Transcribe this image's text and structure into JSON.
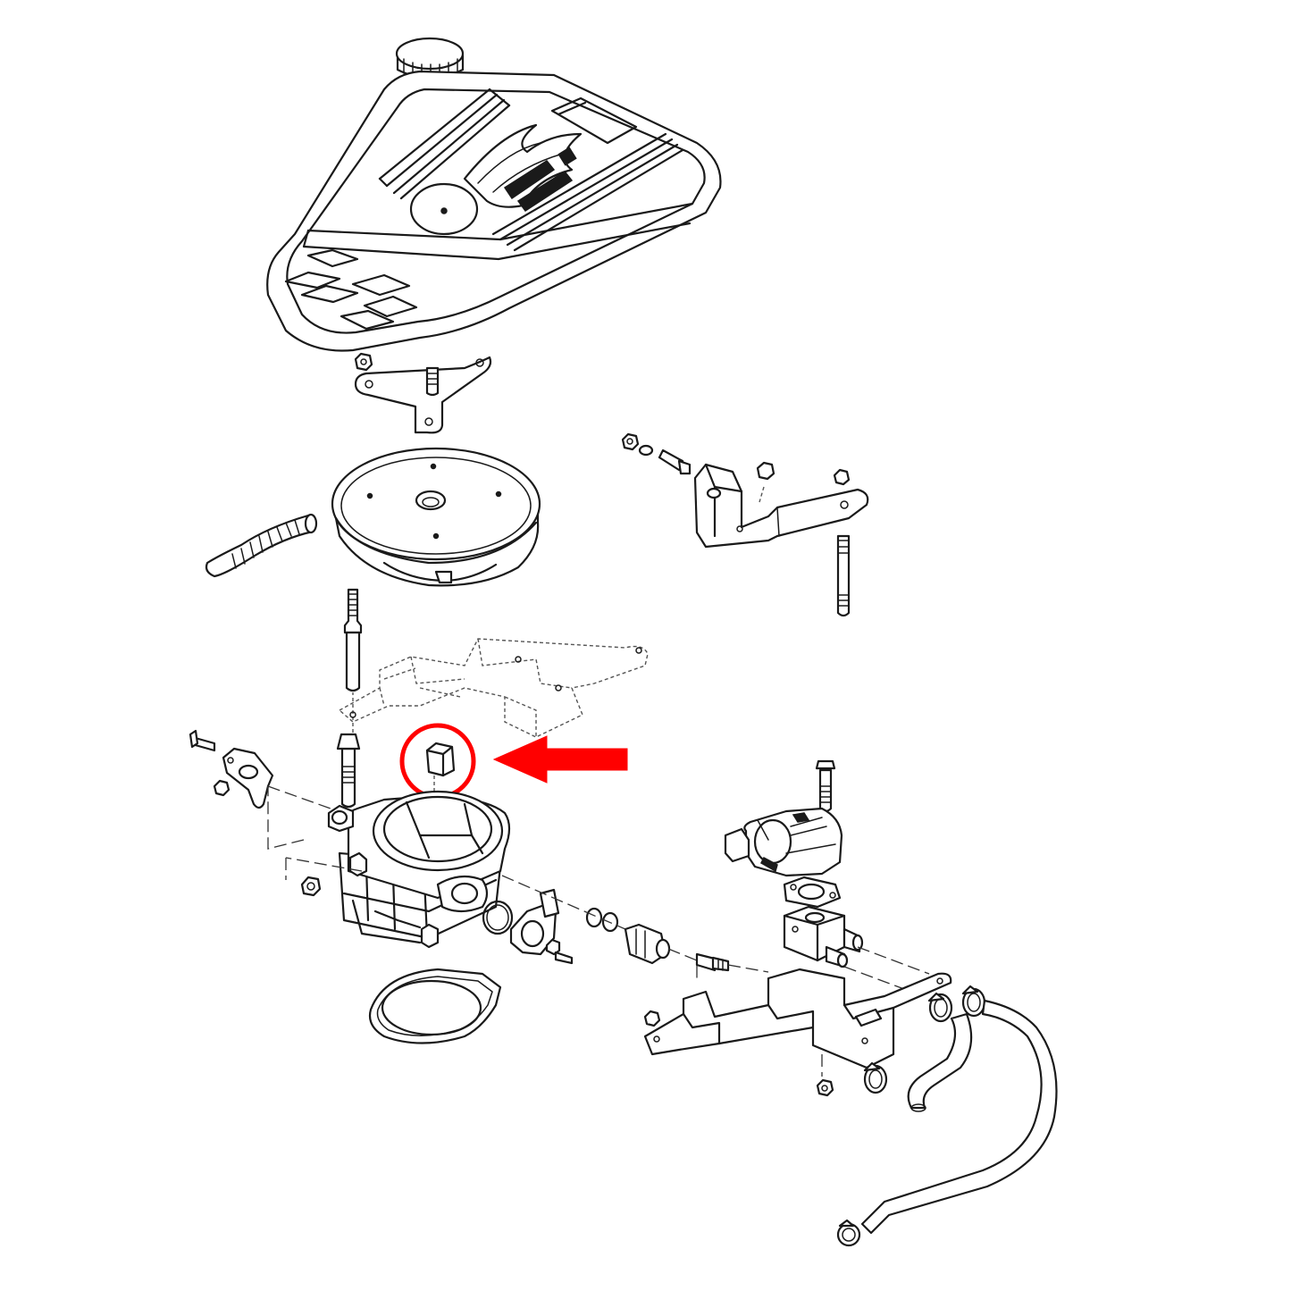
{
  "diagram": {
    "kind": "exploded-parts-view",
    "highlight_color": "#ff0000",
    "line_color": "#1a1a1a",
    "background_color": "#ffffff"
  },
  "parts": [
    {
      "name": "oil-cap"
    },
    {
      "name": "engine-cover"
    },
    {
      "name": "cover-bracket"
    },
    {
      "name": "air-filter-housing"
    },
    {
      "name": "breather-hose"
    },
    {
      "name": "throttle-bracket"
    },
    {
      "name": "long-stud"
    },
    {
      "name": "plenum-spacer-dashed"
    },
    {
      "name": "sensor-block-highlighted"
    },
    {
      "name": "throttle-body"
    },
    {
      "name": "tps-sensor"
    },
    {
      "name": "iac-valve"
    },
    {
      "name": "iac-gasket"
    },
    {
      "name": "iac-adapter"
    },
    {
      "name": "lower-bracket"
    },
    {
      "name": "coolant-hoses"
    },
    {
      "name": "throttle-body-gasket"
    }
  ],
  "callout": {
    "target": "sensor-block-highlighted",
    "marker": "circle",
    "pointer": "arrow-left"
  }
}
